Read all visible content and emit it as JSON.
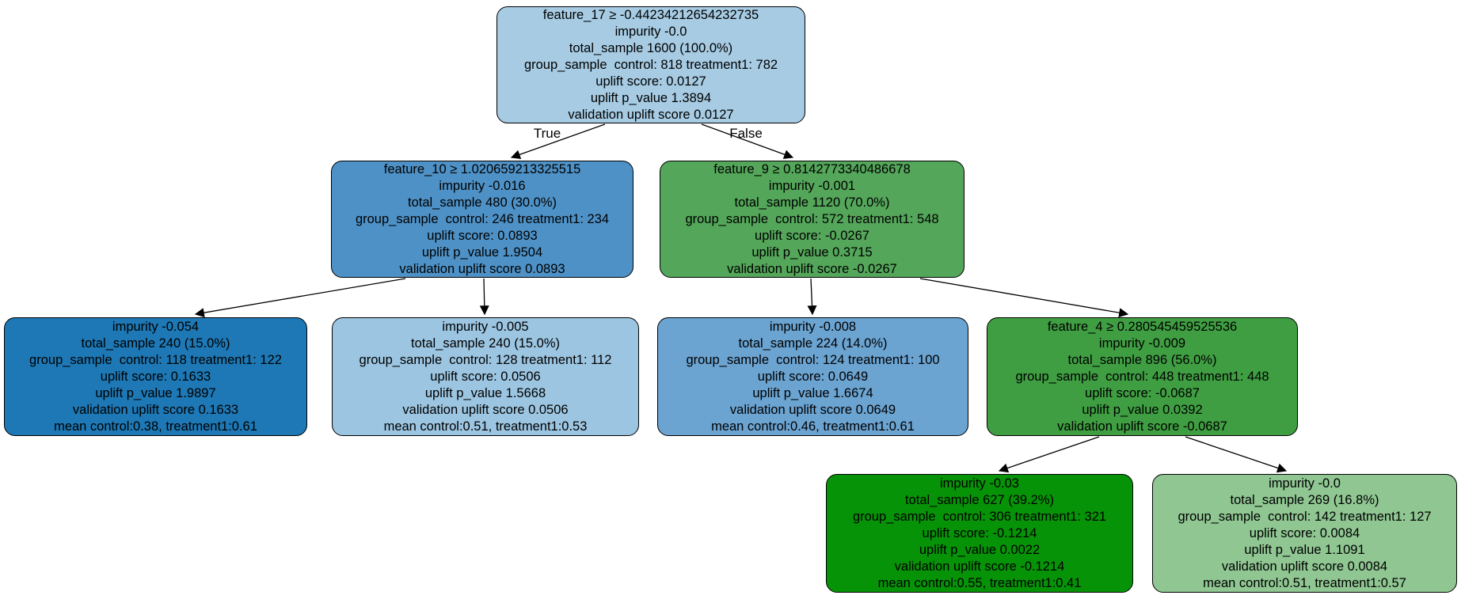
{
  "diagram": {
    "title": "uplift-decision-tree",
    "background": "#ffffff",
    "edge_labels": {
      "true_branch": "True",
      "false_branch": "False"
    },
    "nodes": {
      "root": {
        "fill": "#a6cbe3",
        "split": "feature_17 ≥ -0.44234212654232735",
        "impurity": "impurity -0.0",
        "total_sample": "total_sample 1600 (100.0%)",
        "group_sample": "group_sample  control: 818 treatment1: 782",
        "uplift_score": "uplift score: 0.0127",
        "uplift_p_value": "uplift p_value 1.3894",
        "validation_uplift_score": "validation uplift score 0.0127"
      },
      "feature_10_node": {
        "fill": "#4e91c6",
        "split": "feature_10 ≥ 1.020659213325515",
        "impurity": "impurity -0.016",
        "total_sample": "total_sample 480 (30.0%)",
        "group_sample": "group_sample  control: 246 treatment1: 234",
        "uplift_score": "uplift score: 0.0893",
        "uplift_p_value": "uplift p_value 1.9504",
        "validation_uplift_score": "validation uplift score 0.0893"
      },
      "feature_9_node": {
        "fill": "#54a65a",
        "split": "feature_9 ≥ 0.8142773340486678",
        "impurity": "impurity -0.001",
        "total_sample": "total_sample 1120 (70.0%)",
        "group_sample": "group_sample  control: 572 treatment1: 548",
        "uplift_score": "uplift score: -0.0267",
        "uplift_p_value": "uplift p_value 0.3715",
        "validation_uplift_score": "validation uplift score -0.0267"
      },
      "leaf_1": {
        "fill": "#1d78b5",
        "impurity": "impurity -0.054",
        "total_sample": "total_sample 240 (15.0%)",
        "group_sample": "group_sample  control: 118 treatment1: 122",
        "uplift_score": "uplift score: 0.1633",
        "uplift_p_value": "uplift p_value 1.9897",
        "validation_uplift_score": "validation uplift score 0.1633",
        "mean": "mean control:0.38, treatment1:0.61"
      },
      "leaf_2": {
        "fill": "#9cc5e1",
        "impurity": "impurity -0.005",
        "total_sample": "total_sample 240 (15.0%)",
        "group_sample": "group_sample  control: 128 treatment1: 112",
        "uplift_score": "uplift score: 0.0506",
        "uplift_p_value": "uplift p_value 1.5668",
        "validation_uplift_score": "validation uplift score 0.0506",
        "mean": "mean control:0.51, treatment1:0.53"
      },
      "leaf_3": {
        "fill": "#6ba3d1",
        "impurity": "impurity -0.008",
        "total_sample": "total_sample 224 (14.0%)",
        "group_sample": "group_sample  control: 124 treatment1: 100",
        "uplift_score": "uplift score: 0.0649",
        "uplift_p_value": "uplift p_value 1.6674",
        "validation_uplift_score": "validation uplift score 0.0649",
        "mean": "mean control:0.46, treatment1:0.61"
      },
      "feature_4_node": {
        "fill": "#3f9e42",
        "split": "feature_4 ≥ 0.280545459525536",
        "impurity": "impurity -0.009",
        "total_sample": "total_sample 896 (56.0%)",
        "group_sample": "group_sample  control: 448 treatment1: 448",
        "uplift_score": "uplift score: -0.0687",
        "uplift_p_value": "uplift p_value 0.0392",
        "validation_uplift_score": "validation uplift score -0.0687"
      },
      "leaf_4": {
        "fill": "#079307",
        "impurity": "impurity -0.03",
        "total_sample": "total_sample 627 (39.2%)",
        "group_sample": "group_sample  control: 306 treatment1: 321",
        "uplift_score": "uplift score: -0.1214",
        "uplift_p_value": "uplift p_value 0.0022",
        "validation_uplift_score": "validation uplift score -0.1214",
        "mean": "mean control:0.55, treatment1:0.41"
      },
      "leaf_5": {
        "fill": "#8fc692",
        "impurity": "impurity -0.0",
        "total_sample": "total_sample 269 (16.8%)",
        "group_sample": "group_sample  control: 142 treatment1: 127",
        "uplift_score": "uplift score: 0.0084",
        "uplift_p_value": "uplift p_value 1.1091",
        "validation_uplift_score": "validation uplift score 0.0084",
        "mean": "mean control:0.51, treatment1:0.57"
      }
    }
  }
}
